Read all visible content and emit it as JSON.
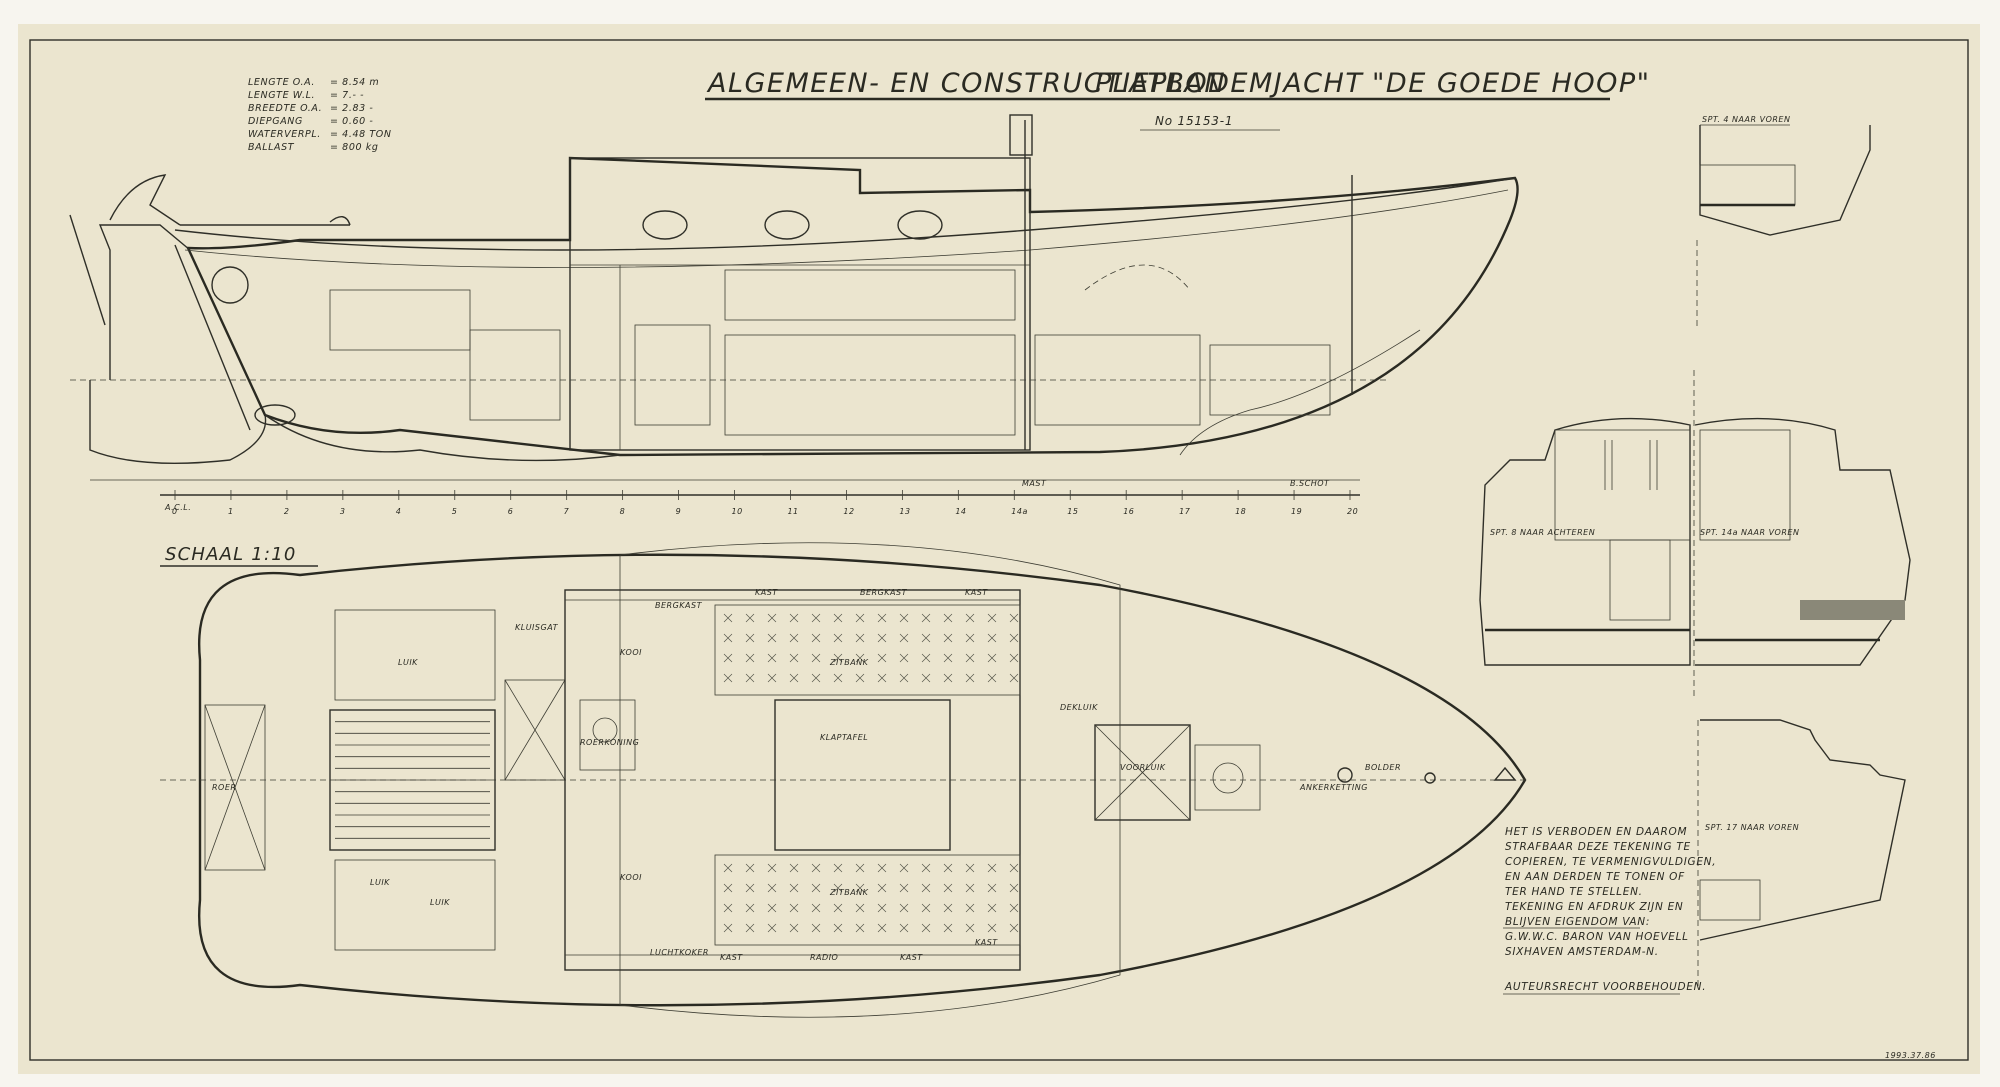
{
  "title": {
    "line1": "ALGEMEEN- EN CONSTRUCTIEPLAN",
    "line2": "PLATBODEMJACHT",
    "vessel": "\"DE GOEDE HOOP\"",
    "number": "No 15153-1"
  },
  "specs": [
    {
      "label": "LENGTE O.A.",
      "value": "= 8.54 m"
    },
    {
      "label": "LENGTE W.L.",
      "value": "= 7.- -"
    },
    {
      "label": "BREEDTE O.A.",
      "value": "= 2.83 -"
    },
    {
      "label": "DIEPGANG",
      "value": "= 0.60 -"
    },
    {
      "label": "WATERVERPL.",
      "value": "= 4.48 TON"
    },
    {
      "label": "BALLAST",
      "value": "= 800 kg"
    }
  ],
  "scale_label": "SCHAAL 1:10",
  "profile_labels": {
    "station_start": "A.C.L.",
    "station_end": "B.SCHOT",
    "mast": "MAST",
    "stations": [
      "0",
      "1",
      "2",
      "3",
      "4",
      "5",
      "6",
      "7",
      "8",
      "9",
      "10",
      "11",
      "12",
      "13",
      "14",
      "14a",
      "15",
      "16",
      "17",
      "18",
      "19",
      "20"
    ]
  },
  "plan_labels": {
    "bergkast_top": "BERGKAST",
    "kast_1": "KAST",
    "bergkast_2": "BERGKAST",
    "kast_2": "KAST",
    "kast_3": "KAST",
    "radio": "RADIO",
    "kast_4": "KAST",
    "kast_5": "KAST",
    "luchtkoker": "LUCHTKOKER",
    "klaptafel": "KLAPTAFEL",
    "kooi_top": "KOOI",
    "kooi_bottom": "KOOI",
    "zitbank_top": "ZITBANK",
    "zitbank_bottom": "ZITBANK",
    "luik_1": "LUIK",
    "luik_2": "LUIK",
    "luik_3": "LUIK",
    "kluisgat": "KLUISGAT",
    "voorluik": "VOORLUIK",
    "ankerketting": "ANKERKETTING",
    "bolder": "BOLDER",
    "roerkoning": "ROERKONING",
    "dekluik": "DEKLUIK",
    "roer": "ROER"
  },
  "sections": [
    {
      "label": "SPT. 4 NAAR VOREN"
    },
    {
      "label": "SPT. 8 NAAR ACHTEREN"
    },
    {
      "label": "SPT. 14a NAAR VOREN"
    },
    {
      "label": "SPT. 17 NAAR VOREN"
    }
  ],
  "notice": {
    "lines": [
      "HET IS VERBODEN EN DAAROM",
      "STRAFBAAR DEZE TEKENING TE",
      "COPIEREN, TE VERMENIGVULDIGEN,",
      "EN AAN DERDEN TE TONEN OF",
      "TER HAND TE STELLEN.",
      "TEKENING EN AFDRUK ZIJN EN",
      "BLIJVEN EIGENDOM VAN:",
      "G.W.W.C. BARON VAN HOEVELL",
      "SIXHAVEN AMSTERDAM-N."
    ],
    "rights": "AUTEURSRECHT VOORBEHOUDEN."
  },
  "archive_ref": "1993.37.86",
  "colors": {
    "paper": "#ebe5cf",
    "ink": "#2a2a22",
    "margin": "#f7f5ef"
  }
}
